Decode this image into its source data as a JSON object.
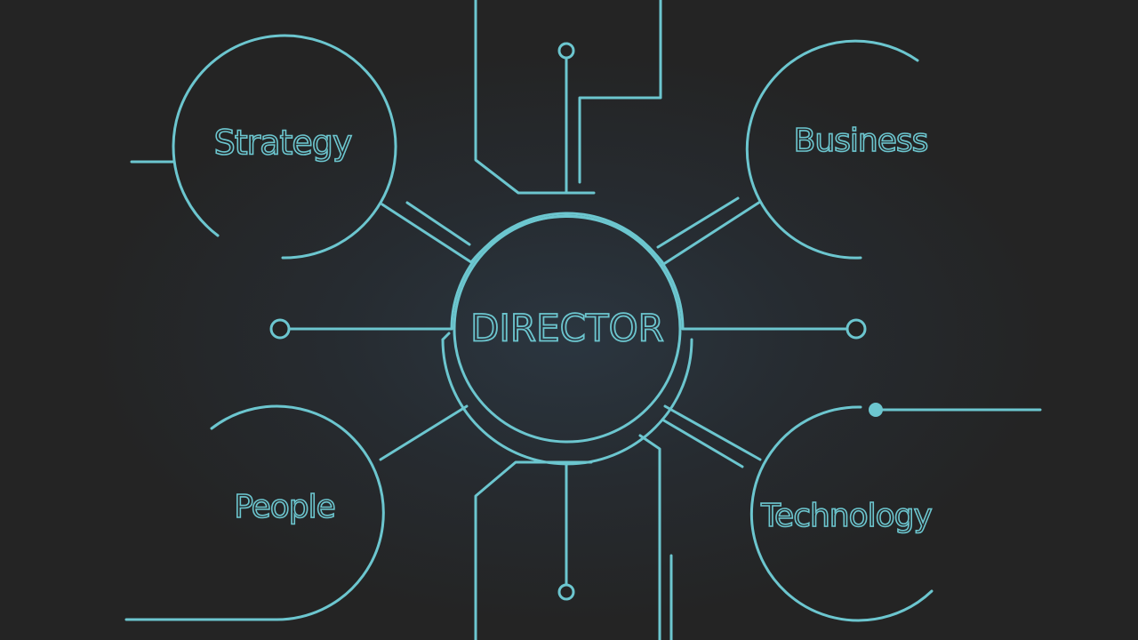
{
  "diagram": {
    "center": {
      "label": "DIRECTOR"
    },
    "nodes": [
      {
        "id": "strategy",
        "label": "Strategy"
      },
      {
        "id": "business",
        "label": "Business"
      },
      {
        "id": "people",
        "label": "People"
      },
      {
        "id": "technology",
        "label": "Technology"
      }
    ]
  },
  "colors": {
    "background": "#242424",
    "line": "#6cc6cf"
  }
}
